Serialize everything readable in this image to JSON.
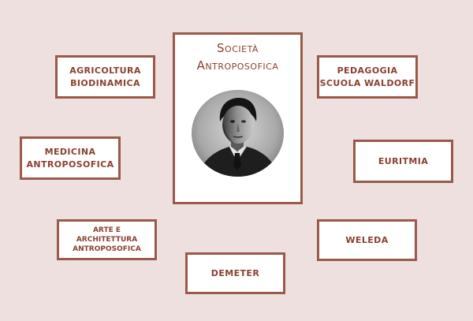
{
  "center": {
    "line1": "Società",
    "line2": "Antroposofica",
    "portrait_icon": "portrait-photo"
  },
  "nodes": [
    {
      "id": "agricoltura",
      "lines": [
        "Agricoltura",
        "Biodinamica"
      ]
    },
    {
      "id": "pedagogia",
      "lines": [
        "Pedagogia",
        "Scuola Waldorf"
      ]
    },
    {
      "id": "medicina",
      "lines": [
        "Medicina",
        "Antroposofica"
      ]
    },
    {
      "id": "euritmia",
      "lines": [
        "Euritmia"
      ]
    },
    {
      "id": "arte",
      "lines": [
        "Arte e",
        "Architettura",
        "Antroposofica"
      ]
    },
    {
      "id": "weleda",
      "lines": [
        "Weleda"
      ]
    },
    {
      "id": "demeter",
      "lines": [
        "Demeter"
      ]
    }
  ],
  "colors": {
    "background": "#eee0df",
    "border": "#9a5a4a",
    "text": "#8a4030"
  }
}
